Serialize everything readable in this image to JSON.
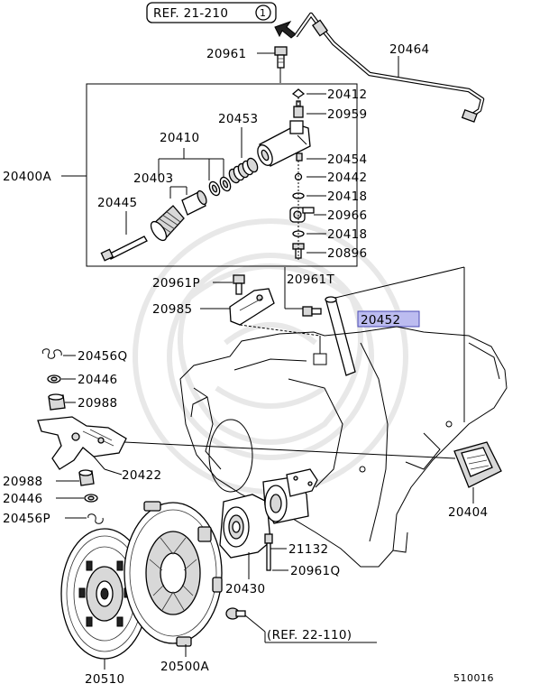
{
  "refs": {
    "top": "REF. 21-210",
    "top_circle": "1",
    "bottom": "(REF. 22-110)"
  },
  "labels": {
    "p20961": "20961",
    "p20464": "20464",
    "p20412": "20412",
    "p20959": "20959",
    "p20453": "20453",
    "p20410": "20410",
    "p20454": "20454",
    "p20400A": "20400A",
    "p20403": "20403",
    "p20442": "20442",
    "p20418a": "20418",
    "p20445": "20445",
    "p20966": "20966",
    "p20418b": "20418",
    "p20896": "20896",
    "p20961P": "20961P",
    "p20961T": "20961T",
    "p20985": "20985",
    "p20452": "20452",
    "p20456Q": "20456Q",
    "p20446a": "20446",
    "p20988a": "20988",
    "p20988b": "20988",
    "p20422": "20422",
    "p20446b": "20446",
    "p20456P": "20456P",
    "p21132": "21132",
    "p20961Q": "20961Q",
    "p20430": "20430",
    "p20404": "20404",
    "p20510": "20510",
    "p20500A": "20500A"
  },
  "footer": {
    "diagram_id": "510016"
  },
  "colors": {
    "highlight_fill": "#bcbcf0",
    "highlight_stroke": "#4a4ab4",
    "line": "#000000",
    "background": "#ffffff"
  }
}
